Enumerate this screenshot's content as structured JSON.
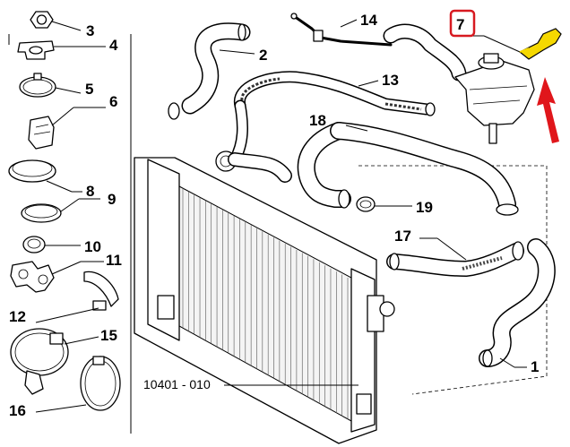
{
  "diagram": {
    "reference_code": "10401 - 010",
    "highlighted_part": "7",
    "highlight_color": "#d71920",
    "arrow_color": "#e0161b",
    "highlight_part_color": "#f5d800",
    "callouts": [
      {
        "label": "1"
      },
      {
        "label": "2"
      },
      {
        "label": "3"
      },
      {
        "label": "4"
      },
      {
        "label": "5"
      },
      {
        "label": "6"
      },
      {
        "label": "7"
      },
      {
        "label": "8"
      },
      {
        "label": "9"
      },
      {
        "label": "10"
      },
      {
        "label": "11"
      },
      {
        "label": "12"
      },
      {
        "label": "13"
      },
      {
        "label": "14"
      },
      {
        "label": "15"
      },
      {
        "label": "16"
      },
      {
        "label": "17"
      },
      {
        "label": "18"
      },
      {
        "label": "19"
      }
    ]
  }
}
